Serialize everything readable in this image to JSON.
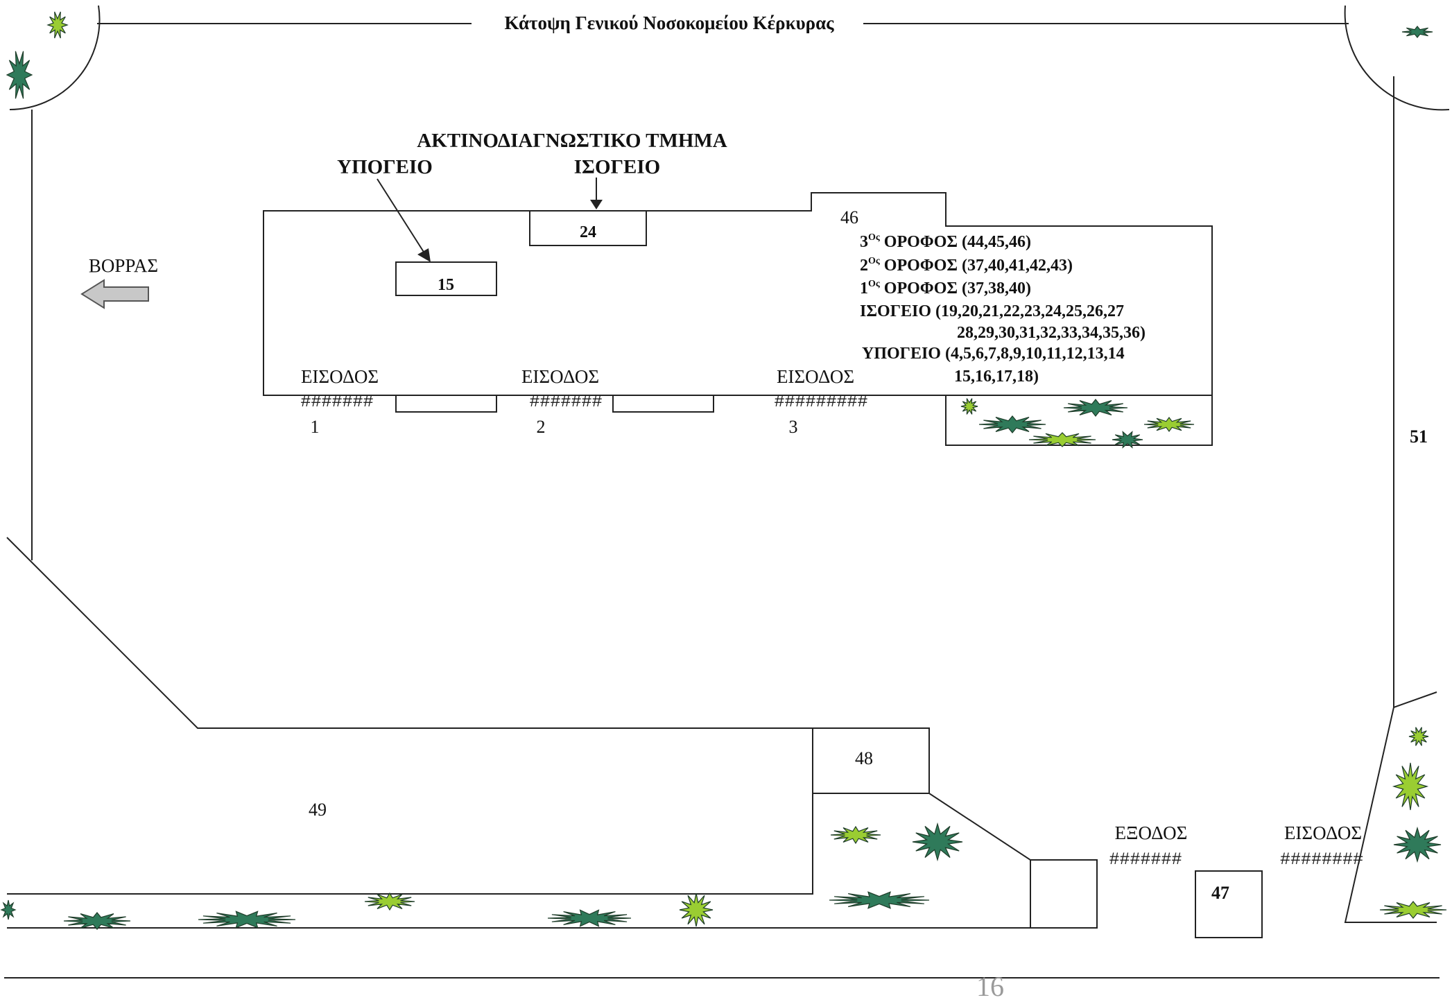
{
  "title": "Κάτοψη Γενικού Νοσοκομείου Κέρκυρας",
  "labels": {
    "radiology": "ΑΚΤΙΝΟΔΙΑΓΝΩΣΤΙΚΟ ΤΜΗΜΑ",
    "basement": "ΥΠΟΓΕΙΟ",
    "ground": "ΙΣΟΓΕΙΟ",
    "north": "ΒΟΡΡΑΣ",
    "room_15": "15",
    "room_24": "24",
    "num_46": "46",
    "num_48": "48",
    "num_49": "49",
    "num_51": "51",
    "num_47": "47",
    "page_number": "16"
  },
  "legend": {
    "floor3_sup": "3",
    "floor3_ord": "Ος",
    "floor3_text": "ΟΡΟΦΟΣ (44,45,46)",
    "floor2_sup": "2",
    "floor2_ord": "Ος",
    "floor2_text": "ΟΡΟΦΟΣ (37,40,41,42,43)",
    "floor1_sup": "1",
    "floor1_ord": "Ος",
    "floor1_text": "ΟΡΟΦΟΣ (37,38,40)",
    "ground_line1": "ΙΣΟΓΕΙΟ  (19,20,21,22,23,24,25,26,27",
    "ground_line2": "28,29,30,31,32,33,34,35,36)",
    "basement_line1": "ΥΠΟΓΕΙΟ (4,5,6,7,8,9,10,11,12,13,14",
    "basement_line2": "15,16,17,18)"
  },
  "entrances": {
    "entrance_1_label": "ΕΙΣΟΔΟΣ",
    "entrance_1_hatch": "#######",
    "entrance_1_num": "1",
    "entrance_2_label": "ΕΙΣΟΔΟΣ",
    "entrance_2_hatch": "#######",
    "entrance_2_num": "2",
    "entrance_3_label": "ΕΙΣΟΔΟΣ",
    "entrance_3_hatch": "#########",
    "entrance_3_num": "3",
    "exit_label": "ΕΞΟΔΟΣ",
    "exit_hatch": "#######",
    "entrance_4_label": "ΕΙΣΟΔΟΣ",
    "entrance_4_hatch": "########"
  },
  "colors": {
    "plant_dark": "#2f7a5a",
    "plant_light": "#9acd32",
    "arrow_fill": "#c8c8c8"
  }
}
